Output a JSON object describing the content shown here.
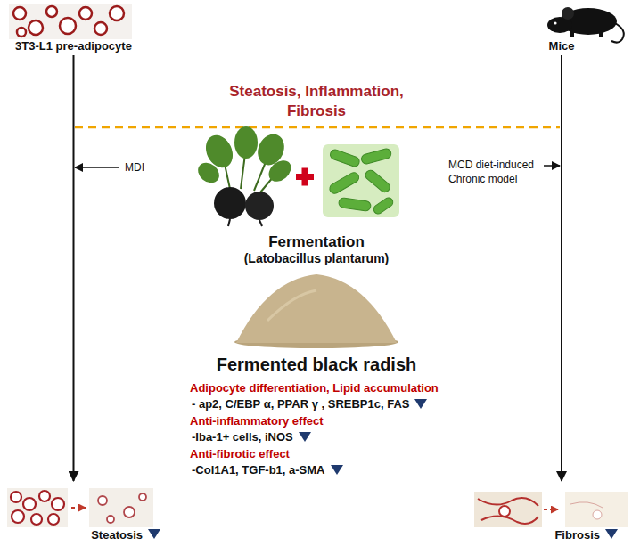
{
  "diagram": {
    "title": "Steatosis, Inflammation, Fibrosis",
    "nodes": [
      {
        "text": [
          "3T3-L1 pre-adipocyte"
        ]
      },
      {
        "text": [
          "Mice"
        ]
      },
      {
        "text": [
          "Steatosis"
        ]
      },
      {
        "text": [
          "Fibrosis"
        ]
      }
    ],
    "edges": [
      {
        "from": 0,
        "to": 2,
        "arrow": "to"
      },
      {
        "from": 1,
        "to": 3,
        "arrow": "to"
      }
    ],
    "labels": [
      "MDI",
      "MCD diet-induced Chronic model",
      "Fermentation",
      "(Latobacillus plantarum)",
      "Fermented black radish",
      "Adipocyte differentiation, Lipid accumulation",
      "- ap2, C/EBP α, PPAR γ , SREBP1c, FAS",
      "Anti-inflammatory effect",
      "-Iba-1+ cells, iNOS",
      "Anti-fibrotic effect",
      "-Col1A1, TGF-b1, a-SMA"
    ]
  }
}
